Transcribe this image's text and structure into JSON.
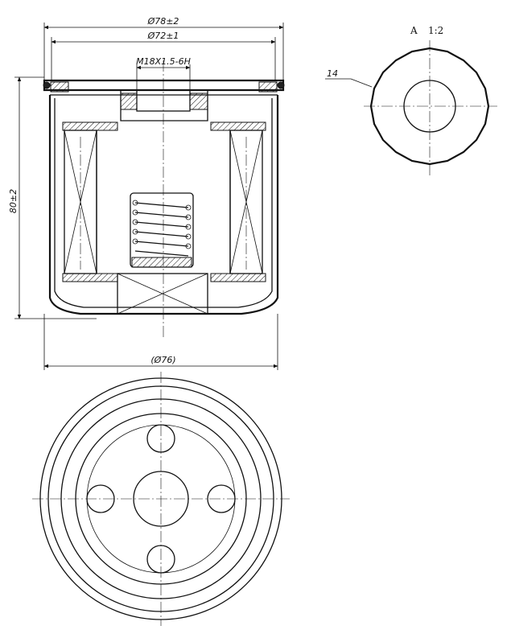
{
  "dimensions": {
    "outer_diameter": "Ø78±2",
    "seal_diameter": "Ø72±1",
    "thread": "M18X1.5-6H",
    "height": "80±2",
    "body_diameter": "(Ø76)"
  },
  "detail_view": {
    "label": "A",
    "scale": "1:2",
    "callout": "14"
  },
  "colors": {
    "line": "#111111",
    "background": "#ffffff"
  }
}
